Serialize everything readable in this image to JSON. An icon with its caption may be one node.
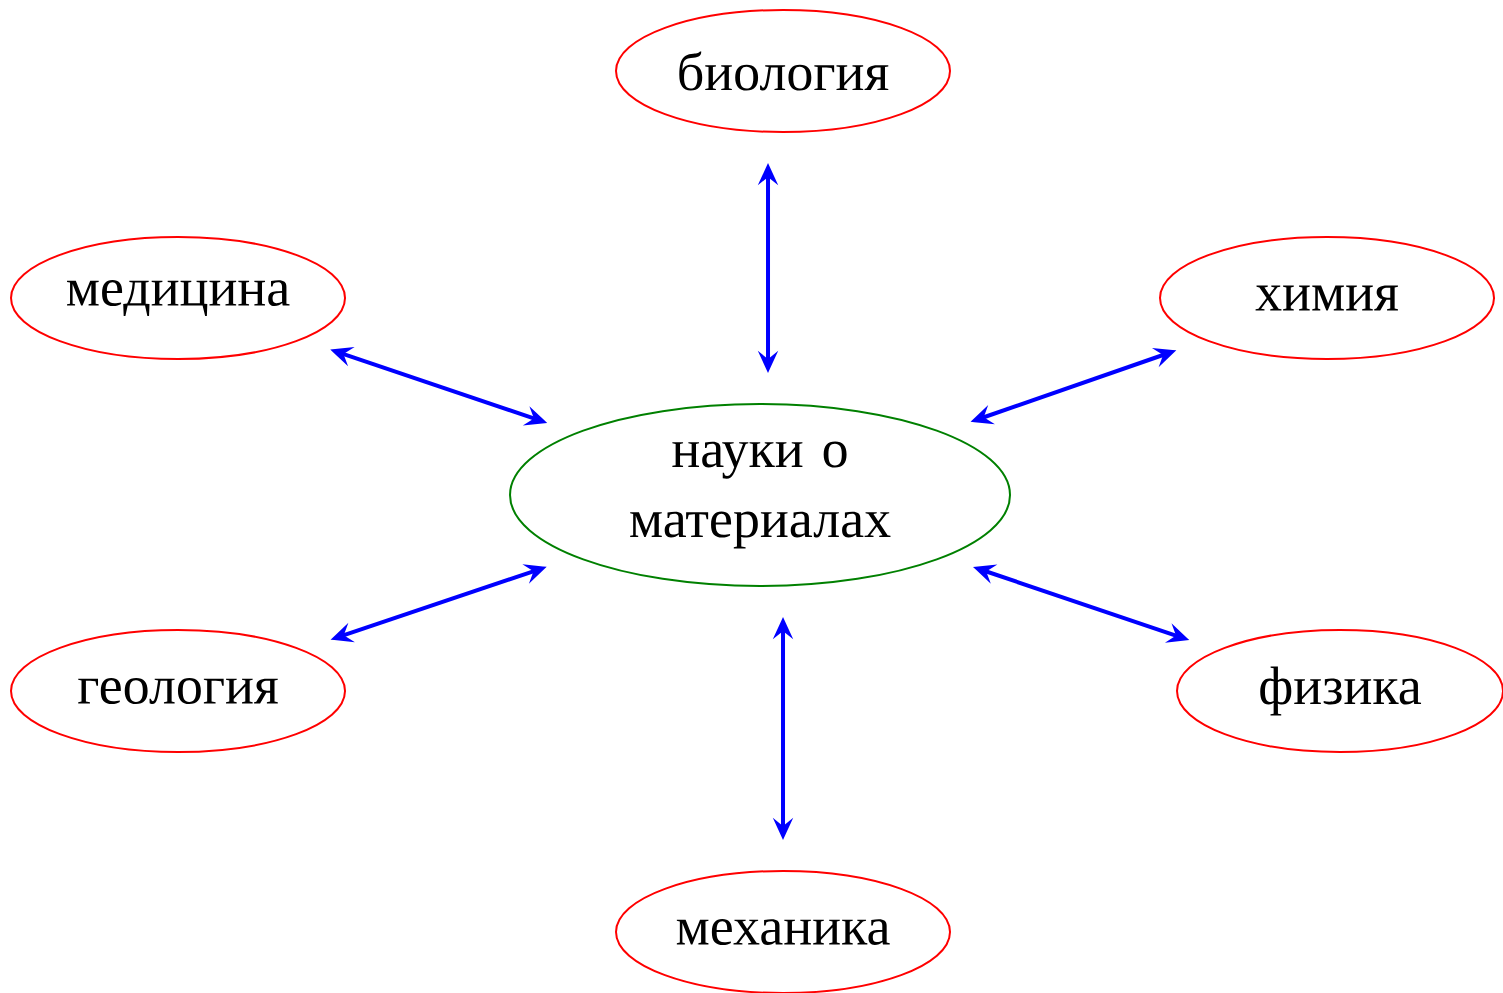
{
  "diagram": {
    "nodes": [
      {
        "text": [
          "биология"
        ]
      },
      {
        "text": [
          "медицина"
        ]
      },
      {
        "text": [
          "химия"
        ]
      },
      {
        "text": [
          "науки о материалах"
        ]
      },
      {
        "text": [
          "геология"
        ]
      },
      {
        "text": [
          "физика"
        ]
      },
      {
        "text": [
          "механика"
        ]
      }
    ],
    "edges": [
      {
        "from": 0,
        "to": 3,
        "arrow": "both"
      },
      {
        "from": 1,
        "to": 3,
        "arrow": "both"
      },
      {
        "from": 2,
        "to": 3,
        "arrow": "both"
      },
      {
        "from": 4,
        "to": 3,
        "arrow": "both"
      },
      {
        "from": 5,
        "to": 3,
        "arrow": "both"
      },
      {
        "from": 6,
        "to": 3,
        "arrow": "both"
      }
    ]
  }
}
